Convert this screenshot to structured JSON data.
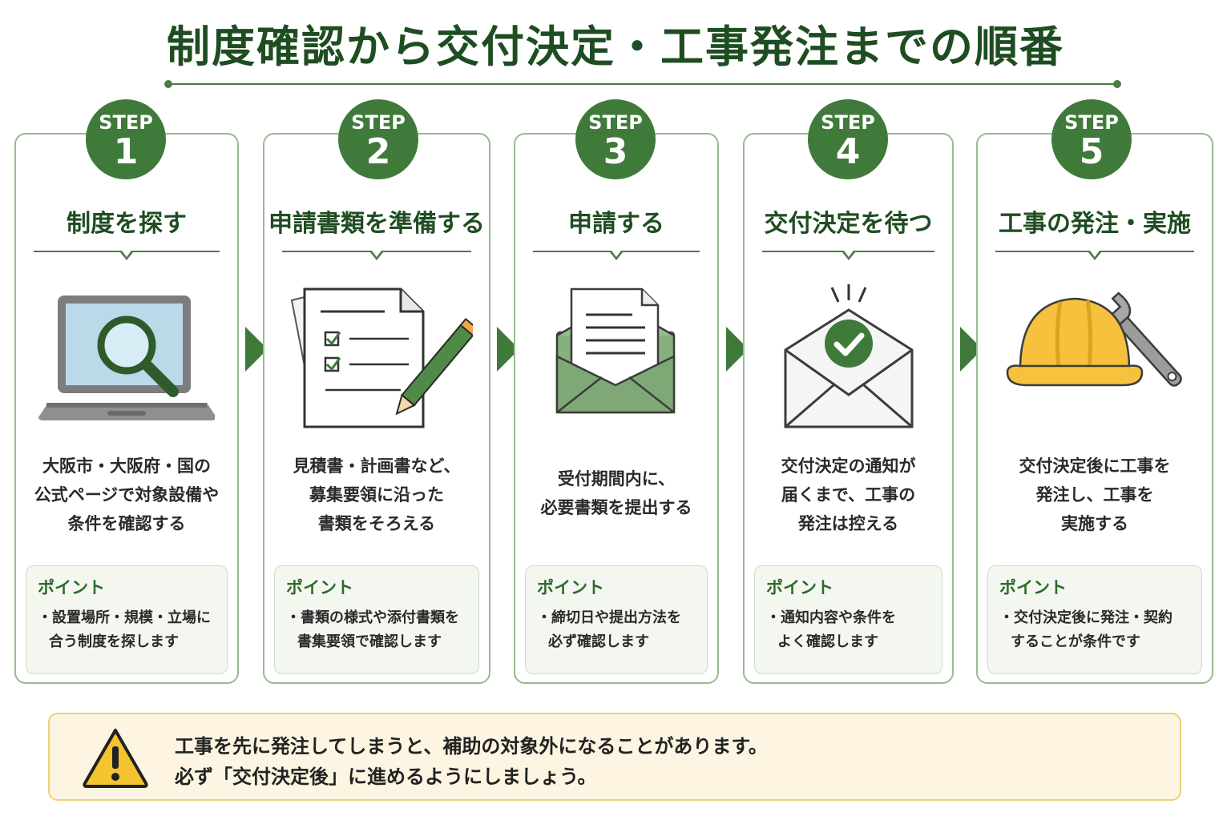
{
  "title": "制度確認から交付決定・工事発注までの順番",
  "step_label": "STEP",
  "point_label": "ポイント",
  "steps": [
    {
      "number": "1",
      "title": "制度を探す",
      "desc": [
        "大阪市・大阪府・国の",
        "公式ページで対象設備や",
        "条件を確認する"
      ],
      "point": [
        "・設置場所・規模・立場に",
        "合う制度を探します"
      ],
      "icon": "laptop-search-icon"
    },
    {
      "number": "2",
      "title": "申請書類を準備する",
      "desc": [
        "見積書・計画書など、",
        "募集要領に沿った",
        "書類をそろえる"
      ],
      "point": [
        "・書類の様式や添付書類を",
        "書集要領で確認します"
      ],
      "icon": "checklist-document-pencil-icon"
    },
    {
      "number": "3",
      "title": "申請する",
      "desc": [
        "受付期間内に、",
        "必要書類を提出する"
      ],
      "point": [
        "・締切日や提出方法を",
        "必ず確認します"
      ],
      "icon": "envelope-document-icon"
    },
    {
      "number": "4",
      "title": "交付決定を待つ",
      "desc": [
        "交付決定の通知が",
        "届くまで、工事の",
        "発注は控える"
      ],
      "point": [
        "・通知内容や条件を",
        "よく確認します"
      ],
      "icon": "envelope-check-icon"
    },
    {
      "number": "5",
      "title": "工事の発注・実施",
      "desc": [
        "交付決定後に工事を",
        "発注し、工事を",
        "実施する"
      ],
      "point": [
        "・交付決定後に発注・契約",
        "することが条件です"
      ],
      "icon": "hardhat-wrench-icon"
    }
  ],
  "notice": {
    "line1": "工事を先に発注してしまうと、補助の対象外になることがあります。",
    "line2": "必ず「交付決定後」に進めるようにしましょう。",
    "icon": "warning-icon"
  },
  "colors": {
    "primary_green": "#3f7a3a",
    "dark_green": "#1f4d22",
    "card_border": "#98bb8e",
    "point_bg": "#f3f7f0",
    "notice_bg": "#fdf5e1",
    "notice_border": "#f0cf7a",
    "warning_yellow": "#f4c430"
  }
}
